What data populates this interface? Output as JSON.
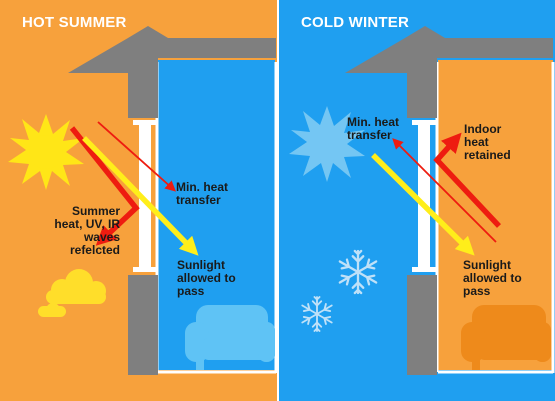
{
  "panels": {
    "summer": {
      "title": "HOT SUMMER",
      "reflected_label": "Summer\nheat, UV, IR\nwaves\nrefelcted",
      "heat_label": "Min. heat\ntransfer",
      "sunlight_label": "Sunlight\nallowed to\npass"
    },
    "winter": {
      "title": "COLD WINTER",
      "heat_label": "Min. heat\ntransfer",
      "retained_label": "Indoor\nheat\nretained",
      "sunlight_label": "Sunlight\nallowed to\npass"
    }
  },
  "colors": {
    "orange": "#f7a13c",
    "blue": "#1f9ff0",
    "wall": "#7f7f7f",
    "red_arrow": "#ee1c10",
    "yellow_arrow": "#ffee1a",
    "summer_sun": "#ffe617",
    "winter_sun": "#74c6f3",
    "cloud": "#ffde2a",
    "summer_sofa": "#5fc3f5",
    "winter_sofa": "#ee8a1b",
    "snowflake": "#bfe1f8"
  },
  "icons": [
    "sun-icon",
    "cloud-icon",
    "sofa-icon",
    "snowflake-icon"
  ]
}
